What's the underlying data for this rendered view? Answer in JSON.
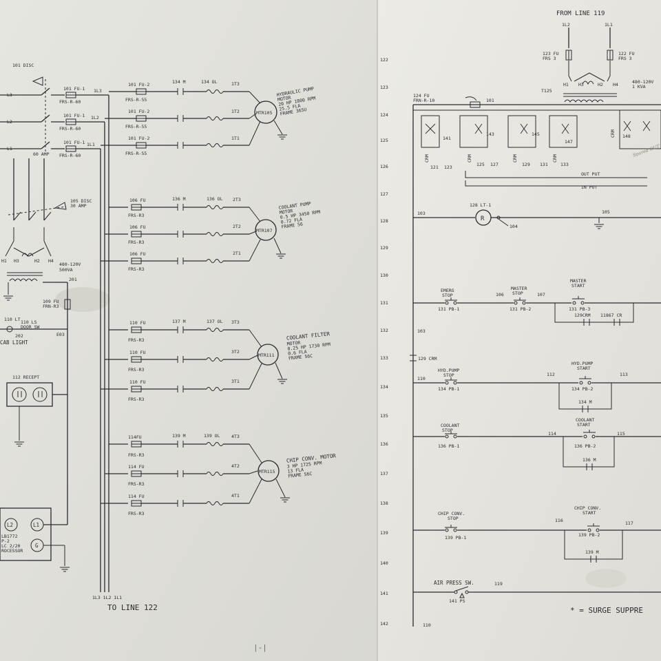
{
  "page": {
    "from_line": "FROM LINE 119",
    "to_line": "TO LINE 122",
    "surge_note": "* = SURGE SUPPRE",
    "bottom_mark": "|-|"
  },
  "power": {
    "disc_main": "101 DISC",
    "phases": [
      "L3",
      "L2",
      "L1"
    ],
    "amp_note": "60 AMP",
    "main_fuses": [
      {
        "label": "101 FU-1",
        "part": "FRS-R-60"
      },
      {
        "label": "101 FU-1",
        "part": "FRS-R-60"
      },
      {
        "label": "101 FU-1",
        "part": "FRS-R-60"
      }
    ],
    "bus_labels": [
      "1L3",
      "1L2",
      "1L1"
    ],
    "bus_bottom": "1L3 1L2 1L1",
    "hyd_fuses": [
      {
        "label": "101 FU-2",
        "part": "FRS-R-55"
      },
      {
        "label": "101 FU-2",
        "part": "FRS-R-55"
      },
      {
        "label": "101 FU-2",
        "part": "FRS-R-55"
      }
    ],
    "hyd_contact": "134 M",
    "hyd_ol": "134 OL",
    "hyd_terms": [
      "1T3",
      "1T2",
      "1T1"
    ],
    "motors": [
      {
        "tag": "MTR105",
        "lines": [
          "HYDRAULIC PUMP",
          "MOTOR",
          "20 HP 1800 RPM",
          "25.5 FLA",
          "FRAME 365U"
        ]
      },
      {
        "tag": "MTR107",
        "lines": [
          "COOLANT PUMP",
          "MOTOR",
          "0.5 HP 3450 RPM",
          "0.72 FLA",
          "FRAME 56"
        ]
      },
      {
        "tag": "MTR111",
        "lines": [
          "COOLANT FILTER",
          "MOTOR",
          "0.25 HP 1730 RPM",
          "0.6 FLA",
          "FRAME 56C"
        ]
      },
      {
        "tag": "MTR115",
        "lines": [
          "CHIP CONV. MOTOR",
          "3 HP 1725 RPM",
          "13 FLA",
          "FRAME 56C"
        ]
      }
    ],
    "cool_fuse_labels": [
      "106 FU",
      "106 FU",
      "106 FU"
    ],
    "cool_contact": "136 M",
    "cool_ol": "136 OL",
    "cool_terms": [
      "2T3",
      "2T2",
      "2T1"
    ],
    "filt_fuse_labels": [
      "110 FU",
      "110 FU",
      "110 FU"
    ],
    "filt_contact": "137 M",
    "filt_ol": "137 OL",
    "filt_terms": [
      "3T3",
      "3T2",
      "3T1"
    ],
    "chip_fuse_labels": [
      "114FU",
      "114 FU",
      "114 FU"
    ],
    "chip_contact": "139 M",
    "chip_ol": "139 OL",
    "chip_terms": [
      "4T3",
      "4T2",
      "4T1"
    ],
    "small_fuse_part": "FRS-R3",
    "disc2": "105 DISC",
    "disc2_amp": "30 AMP",
    "transformer2": "480-120V",
    "transformer2_va": "500VA",
    "xfmr_terminals": [
      "H1",
      "H3",
      "H2",
      "H4"
    ],
    "node_201": "201",
    "fu109": "109 FU",
    "fu109_part": "FRN-R3",
    "lt_label": "110 LT",
    "ls_label": "110 LS",
    "ls_label2": "DOOR SW",
    "cab_light": "CAB LIGHT",
    "node_202": "202",
    "node_E03": "E03",
    "recept": "112 RECEPT",
    "plc_l2": "L2",
    "plc_l1": "L1",
    "plc_g": "G",
    "plc_text": [
      "LB1772",
      "P-2",
      "LC 2/20",
      "ROCESSOR"
    ]
  },
  "ladder": {
    "rungs": [
      "122",
      "123",
      "124",
      "125",
      "126",
      "127",
      "128",
      "129",
      "130",
      "131",
      "132",
      "133",
      "134",
      "135",
      "136",
      "137",
      "138",
      "139",
      "140",
      "141",
      "142"
    ],
    "from_fu1": "1L2",
    "from_fu2": "1L1",
    "fu123": "123 FU",
    "fu123_part": "FRS 3",
    "fu122": "122 FU",
    "fu122_part": "FRS 3",
    "t125": "T125",
    "t125_spec": "480-120V",
    "t125_va": "1 KVA",
    "t_terms": [
      "H1",
      "H3",
      "H2",
      "H4"
    ],
    "fu124": "124 FU",
    "fu124_part": "FRN-R-10",
    "node_101": "101",
    "out_put": "OUT PUT",
    "in_put": "IN PUT",
    "io_nums": [
      "121",
      "123",
      "125",
      "127",
      "129",
      "131",
      "133"
    ],
    "io_labels": [
      "141",
      "143",
      "145",
      "147",
      "148"
    ],
    "io_chans": [
      "CRM",
      "CRM",
      "CRM",
      "CRM",
      "CRM"
    ],
    "handnote": "Spared OUT",
    "lt1": "128 LT-1",
    "lt1_letter": "R",
    "node_103": "103",
    "node_104": "104",
    "node_105": "105",
    "emerg": [
      "EMERG",
      "STOP"
    ],
    "emerg_pb": "131 PB-1",
    "node_106": "106",
    "master_stop": [
      "MASTER",
      "STOP"
    ],
    "master_stop_pb": "131 PB-2",
    "node_107": "107",
    "master_start": [
      "MASTER",
      "START"
    ],
    "master_start_pb": "131 PB-3",
    "seal_crm": "129CRM",
    "seal_cr": "11867 CR",
    "node_103b": "103",
    "crm133": "129 CRM",
    "node_110": "110",
    "hyd_stop": [
      "HYD.PUMP",
      "STOP"
    ],
    "hyd_stop_pb": "134 PB-1",
    "node_112": "112",
    "hyd_start": [
      "HYD.PUMP",
      "START"
    ],
    "hyd_start_pb": "134 PB-2",
    "node_113": "113",
    "hyd_seal": "134 M",
    "cool_stop": [
      "COOLANT",
      "STOP"
    ],
    "cool_stop_pb": "136 PB-1",
    "node_114": "114",
    "cool_start": [
      "COOLANT",
      "START"
    ],
    "cool_start_pb": "136 PB-2",
    "node_115": "115",
    "cool_seal": "136 M",
    "chip_stop": [
      "CHIP CONV.",
      "STOP"
    ],
    "chip_stop_pb": "139 PB-1",
    "node_116": "116",
    "chip_start": [
      "CHIP CONV.",
      "START"
    ],
    "chip_start_pb": "139 PB-2",
    "node_117": "117",
    "chip_seal": "139 M",
    "air": "AIR PRESS SW.",
    "air_ps": "141 PS",
    "node_119": "119",
    "node_110b": "110"
  }
}
